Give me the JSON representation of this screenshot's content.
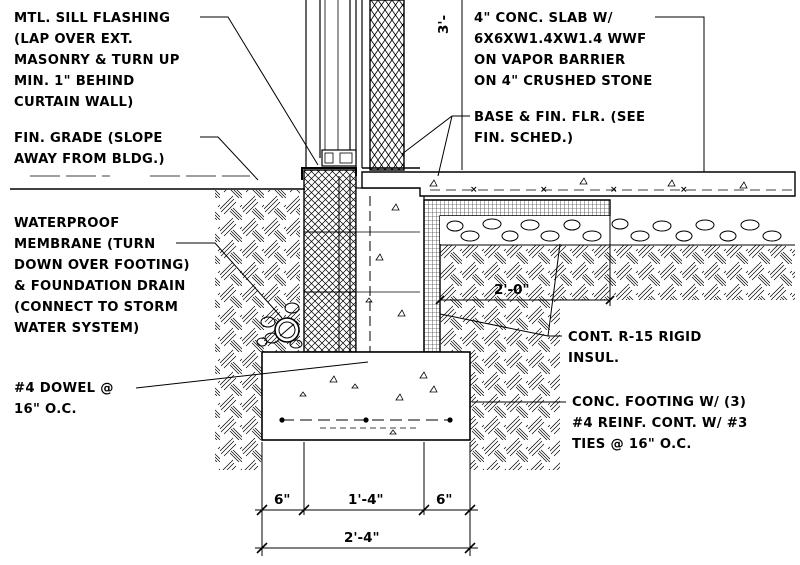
{
  "notes": {
    "sill_flashing": [
      "MTL. SILL FLASHING",
      "(LAP OVER EXT.",
      "MASONRY & TURN UP",
      "MIN. 1\" BEHIND",
      "CURTAIN WALL)"
    ],
    "fin_grade": [
      "FIN. GRADE (SLOPE",
      "AWAY FROM BLDG.)"
    ],
    "waterproof": [
      "WATERPROOF",
      "MEMBRANE (TURN",
      "DOWN OVER FOOTING)",
      "& FOUNDATION DRAIN",
      "(CONNECT TO STORM",
      "WATER SYSTEM)"
    ],
    "dowel": [
      "#4 DOWEL @",
      "16\" O.C."
    ],
    "conc_slab": [
      "4\" CONC. SLAB W/",
      "6X6XW1.4XW1.4 WWF",
      "ON VAPOR BARRIER",
      "ON 4\" CRUSHED STONE"
    ],
    "base_floor": [
      "BASE & FIN. FLR. (SEE",
      "FIN. SCHED.)"
    ],
    "rigid_insul": [
      "CONT. R-15 RIGID",
      "INSUL."
    ],
    "footing": [
      "CONC. FOOTING W/ (3)",
      "#4 REINF. CONT. W/ #3",
      "TIES @ 16\" O.C."
    ]
  },
  "dimensions": {
    "wall_height": "3'-",
    "insul_length": "2'-0\"",
    "toe_left": "6\"",
    "wall_width": "1'-4\"",
    "toe_right": "6\"",
    "footing_width": "2'-4\""
  }
}
